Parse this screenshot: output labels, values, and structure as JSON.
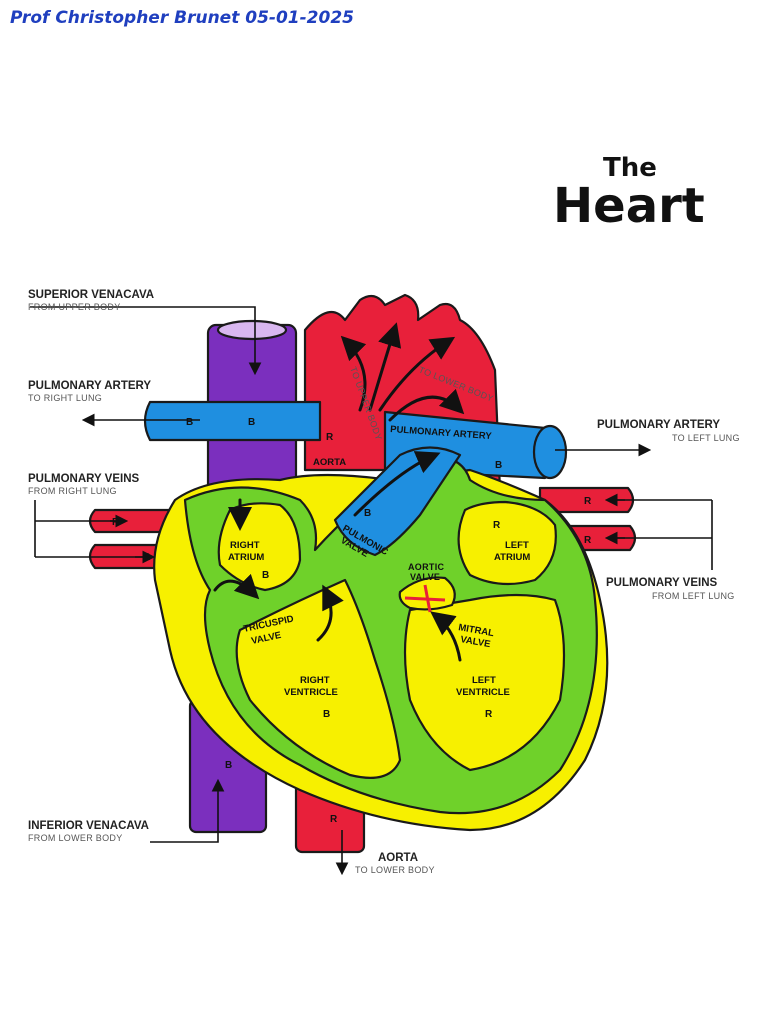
{
  "header": {
    "author_line": "Prof Christopher Brunet 05-01-2025"
  },
  "title": {
    "line1": "The",
    "line2": "Heart"
  },
  "labels": {
    "superior_venacava": {
      "main": "SUPERIOR VENACAVA",
      "sub": "FROM UPPER BODY"
    },
    "pulmonary_artery_right": {
      "main": "PULMONARY ARTERY",
      "sub": "TO RIGHT LUNG"
    },
    "pulmonary_veins_right": {
      "main": "PULMONARY VEINS",
      "sub": "FROM RIGHT LUNG"
    },
    "inferior_venacava": {
      "main": "INFERIOR VENACAVA",
      "sub": "FROM LOWER BODY"
    },
    "pulmonary_artery_left": {
      "main": "PULMONARY ARTERY",
      "sub": "TO LEFT LUNG"
    },
    "pulmonary_veins_left": {
      "main": "PULMONARY VEINS",
      "sub": "FROM LEFT LUNG"
    },
    "aorta_bottom": {
      "main": "AORTA",
      "sub": "TO LOWER BODY"
    }
  },
  "inner_labels": {
    "aorta": "AORTA",
    "pulmonary_artery": "PULMONARY ARTERY",
    "to_upper_body": "TO UPPER BODY",
    "to_lower_body": "TO LOWER BODY",
    "pulmonic_valve_1": "PULMONIC",
    "pulmonic_valve_2": "VALVE",
    "right_atrium_1": "RIGHT",
    "right_atrium_2": "ATRIUM",
    "left_atrium_1": "LEFT",
    "left_atrium_2": "ATRIUM",
    "aortic_valve_1": "AORTIC",
    "aortic_valve_2": "VALVE",
    "tricuspid_valve_1": "TRICUSPID",
    "tricuspid_valve_2": "VALVE",
    "mitral_valve_1": "MITRAL",
    "mitral_valve_2": "VALVE",
    "right_ventricle_1": "RIGHT",
    "right_ventricle_2": "VENTRICLE",
    "left_ventricle_1": "LEFT",
    "left_ventricle_2": "VENTRICLE"
  },
  "markers": {
    "blue": "B",
    "red": "R"
  },
  "colors": {
    "deoxygenated_vein": "#7b2fbe",
    "pulmonary_artery": "#1f8fe0",
    "oxygenated": "#e8203a",
    "chamber_fill": "#f7f000",
    "heart_muscle": "#6fd12a"
  }
}
